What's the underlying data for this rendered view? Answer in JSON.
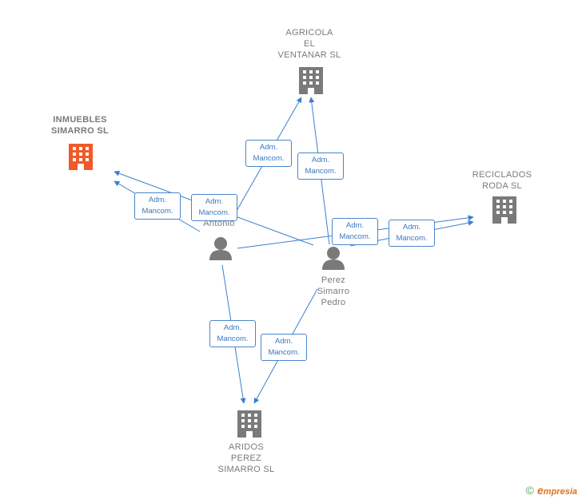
{
  "nodes": {
    "inmuebles": {
      "label": "INMUEBLES\nSIMARRO SL",
      "type": "company",
      "color": "#f05a28"
    },
    "agricola": {
      "label": "AGRICOLA\nEL\nVENTANAR SL",
      "type": "company",
      "color": "#7a7a7a"
    },
    "reciclados": {
      "label": "RECICLADOS\nRODA SL",
      "type": "company",
      "color": "#7a7a7a"
    },
    "aridos": {
      "label": "ARIDOS\nPEREZ\nSIMARRO SL",
      "type": "company",
      "color": "#7a7a7a"
    },
    "antonio": {
      "label": "Antonio",
      "type": "person",
      "color": "#7a7a7a"
    },
    "pedro": {
      "label": "Perez\nSimarro\nPedro",
      "type": "person",
      "color": "#7a7a7a"
    }
  },
  "edge_label": "Adm.\nMancom.",
  "edges": [
    {
      "from": "antonio",
      "to": "inmuebles",
      "label": "Adm.\nMancom."
    },
    {
      "from": "antonio",
      "to": "agricola",
      "label": "Adm.\nMancom."
    },
    {
      "from": "antonio",
      "to": "reciclados",
      "label": "Adm.\nMancom."
    },
    {
      "from": "antonio",
      "to": "aridos",
      "label": "Adm.\nMancom."
    },
    {
      "from": "pedro",
      "to": "inmuebles",
      "label": "Adm.\nMancom."
    },
    {
      "from": "pedro",
      "to": "agricola",
      "label": "Adm.\nMancom."
    },
    {
      "from": "pedro",
      "to": "reciclados",
      "label": "Adm.\nMancom."
    },
    {
      "from": "pedro",
      "to": "aridos",
      "label": "Adm.\nMancom."
    }
  ],
  "colors": {
    "edge": "#3a7fd0",
    "company": "#7a7a7a",
    "highlight": "#f05a28"
  },
  "footer": {
    "copyright": "©",
    "brand": "mpresia",
    "brand_initial": "e"
  }
}
